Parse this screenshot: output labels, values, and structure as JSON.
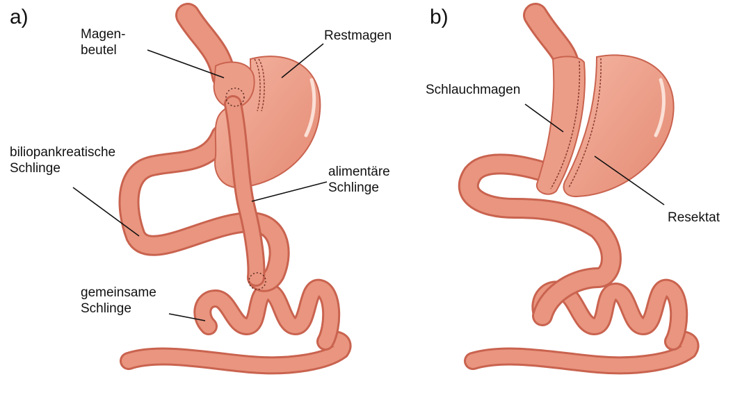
{
  "panel_a": {
    "letter": "a)",
    "labels": {
      "magenbeutel_1": "Magen-",
      "magenbeutel_2": "beutel",
      "restmagen": "Restmagen",
      "biliopankreatisch_1": "biliopankreatische",
      "biliopankreatisch_2": "Schlinge",
      "alimentaer_1": "alimentäre",
      "alimentaer_2": "Schlinge",
      "gemeinsam_1": "gemeinsame",
      "gemeinsam_2": "Schlinge"
    }
  },
  "panel_b": {
    "letter": "b)",
    "labels": {
      "schlauchmagen": "Schlauchmagen",
      "resektat": "Resektat"
    }
  },
  "colors": {
    "tissue": "#e9957f",
    "tissue_dark": "#d4735f",
    "tissue_light": "#f3b3a0",
    "outline": "#c9634f",
    "leader": "#111111"
  }
}
